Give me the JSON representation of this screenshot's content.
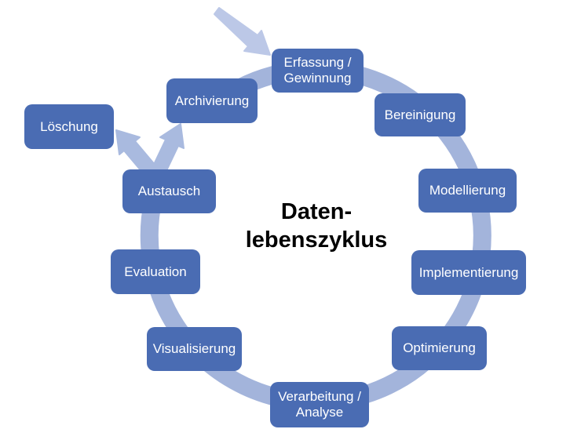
{
  "diagram": {
    "title": "Daten-\nlebenszyklus",
    "nodes": [
      {
        "id": "erfassung-gewinnung",
        "label": "Erfassung /\nGewinnung"
      },
      {
        "id": "bereinigung",
        "label": "Bereinigung"
      },
      {
        "id": "modellierung",
        "label": "Modellierung"
      },
      {
        "id": "implementierung",
        "label": "Implementierung"
      },
      {
        "id": "optimierung",
        "label": "Optimierung"
      },
      {
        "id": "verarbeitung-analyse",
        "label": "Verarbeitung /\nAnalyse"
      },
      {
        "id": "visualisierung",
        "label": "Visualisierung"
      },
      {
        "id": "evaluation",
        "label": "Evaluation"
      },
      {
        "id": "austausch",
        "label": "Austausch"
      },
      {
        "id": "archivierung",
        "label": "Archivierung"
      },
      {
        "id": "loeschung",
        "label": "Löschung"
      }
    ],
    "flow": {
      "entry_arrow_target": "Erfassung / Gewinnung",
      "branch_from": "Austausch",
      "branch_targets": [
        "Löschung",
        "Archivierung"
      ]
    },
    "colors": {
      "background": "#ffffff",
      "node_fill": "#4a6cb3",
      "node_text": "#ffffff",
      "ring": "#a3b4db",
      "branch_arrow": "#a9badf",
      "entry_arrow": "#bcc8e7",
      "title_text": "#000000"
    }
  }
}
